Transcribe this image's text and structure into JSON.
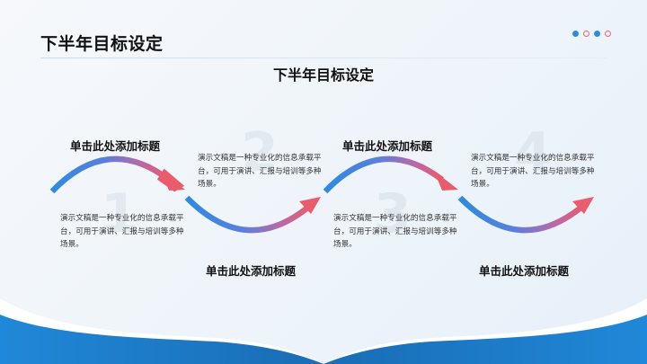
{
  "header": {
    "title": "下半年目标设定",
    "indicator_dots": [
      "filled",
      "ring",
      "filled",
      "ring"
    ]
  },
  "main": {
    "title": "下半年目标设定",
    "steps": [
      {
        "number": "1",
        "title": "单击此处添加标题",
        "description": "演示文稿是一种专业化的信息承载平台，可用于演讲、汇报与培训等多种场景。"
      },
      {
        "number": "2",
        "title": "单击此处添加标题",
        "description": "演示文稿是一种专业化的信息承载平台，可用于演讲、汇报与培训等多种场景。"
      },
      {
        "number": "3",
        "title": "单击此处添加标题",
        "description": "演示文稿是一种专业化的信息承载平台，可用于演讲、汇报与培训等多种场景。"
      },
      {
        "number": "4",
        "title": "单击此处添加标题",
        "description": "演示文稿是一种专业化的信息承载平台，可用于演讲、汇报与培训等多种场景。"
      }
    ]
  },
  "colors": {
    "accent_blue": "#2d8be0",
    "accent_pink": "#e85c6c",
    "footer_blue": "#2088d8",
    "footer_blue_dark": "#1a6fb8"
  }
}
